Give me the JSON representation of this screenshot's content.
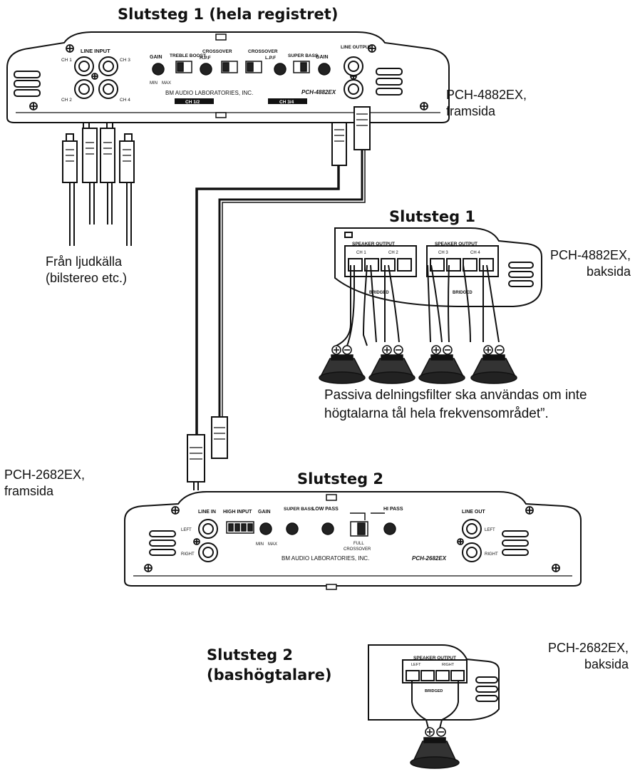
{
  "amp1_front": {
    "heading": "Slutsteg 1 (hela registret)",
    "caption_line1": "PCH-4882EX,",
    "caption_line2": "framsida",
    "brand": "BM AUDIO LABORATORIES, INC.",
    "model": "PCH-4882EX",
    "line_input": "LINE INPUT",
    "line_output": "LINE OUTPUT",
    "ch1": "CH 1",
    "ch2": "CH 2",
    "ch3": "CH 3",
    "ch4": "CH 4",
    "gain": "GAIN",
    "treble_boost": "TREBLE BOOST",
    "crossover": "CROSSOVER",
    "hpf": "H.P.F",
    "lpf": "L.P.F",
    "super_bass": "SUPER BASS",
    "min": "MIN",
    "max": "MAX",
    "ch12": "CH 1/2",
    "ch34": "CH 3/4"
  },
  "source": {
    "line1": "Från ljudkälla",
    "line2": "(bilstereo etc.)"
  },
  "amp1_back": {
    "heading": "Slutsteg 1",
    "caption_line1": "PCH-4882EX,",
    "caption_line2": "baksida",
    "speaker_output": "SPEAKER OUTPUT",
    "bridged": "BRIDGED",
    "note_line1": "Passiva delningsfilter ska användas om inte",
    "note_line2": "högtalarna tål hela frekvensområdet”."
  },
  "amp2_front": {
    "heading": "Slutsteg 2",
    "caption_line1": "PCH-2682EX,",
    "caption_line2": "framsida",
    "brand": "BM AUDIO LABORATORIES, INC.",
    "model": "PCH-2682EX",
    "line_in": "LINE IN",
    "high_input": "HIGH INPUT",
    "gain": "GAIN",
    "super_bass": "SUPER BASS",
    "low_pass": "LOW PASS",
    "hi_pass": "HI PASS",
    "crossover": "CROSSOVER",
    "full": "FULL",
    "line_out": "LINE OUT",
    "left": "LEFT",
    "right": "RIGHT",
    "min": "MIN",
    "max": "MAX"
  },
  "amp2_back": {
    "heading_line1": "Slutsteg 2",
    "heading_line2": "(bashögtalare)",
    "caption_line1": "PCH-2682EX,",
    "caption_line2": "baksida",
    "speaker_output": "SPEAKER OUTPUT",
    "left": "LEFT",
    "right": "RIGHT",
    "bridged": "BRIDGED"
  },
  "colors": {
    "ink": "#111111",
    "paper": "#ffffff"
  }
}
